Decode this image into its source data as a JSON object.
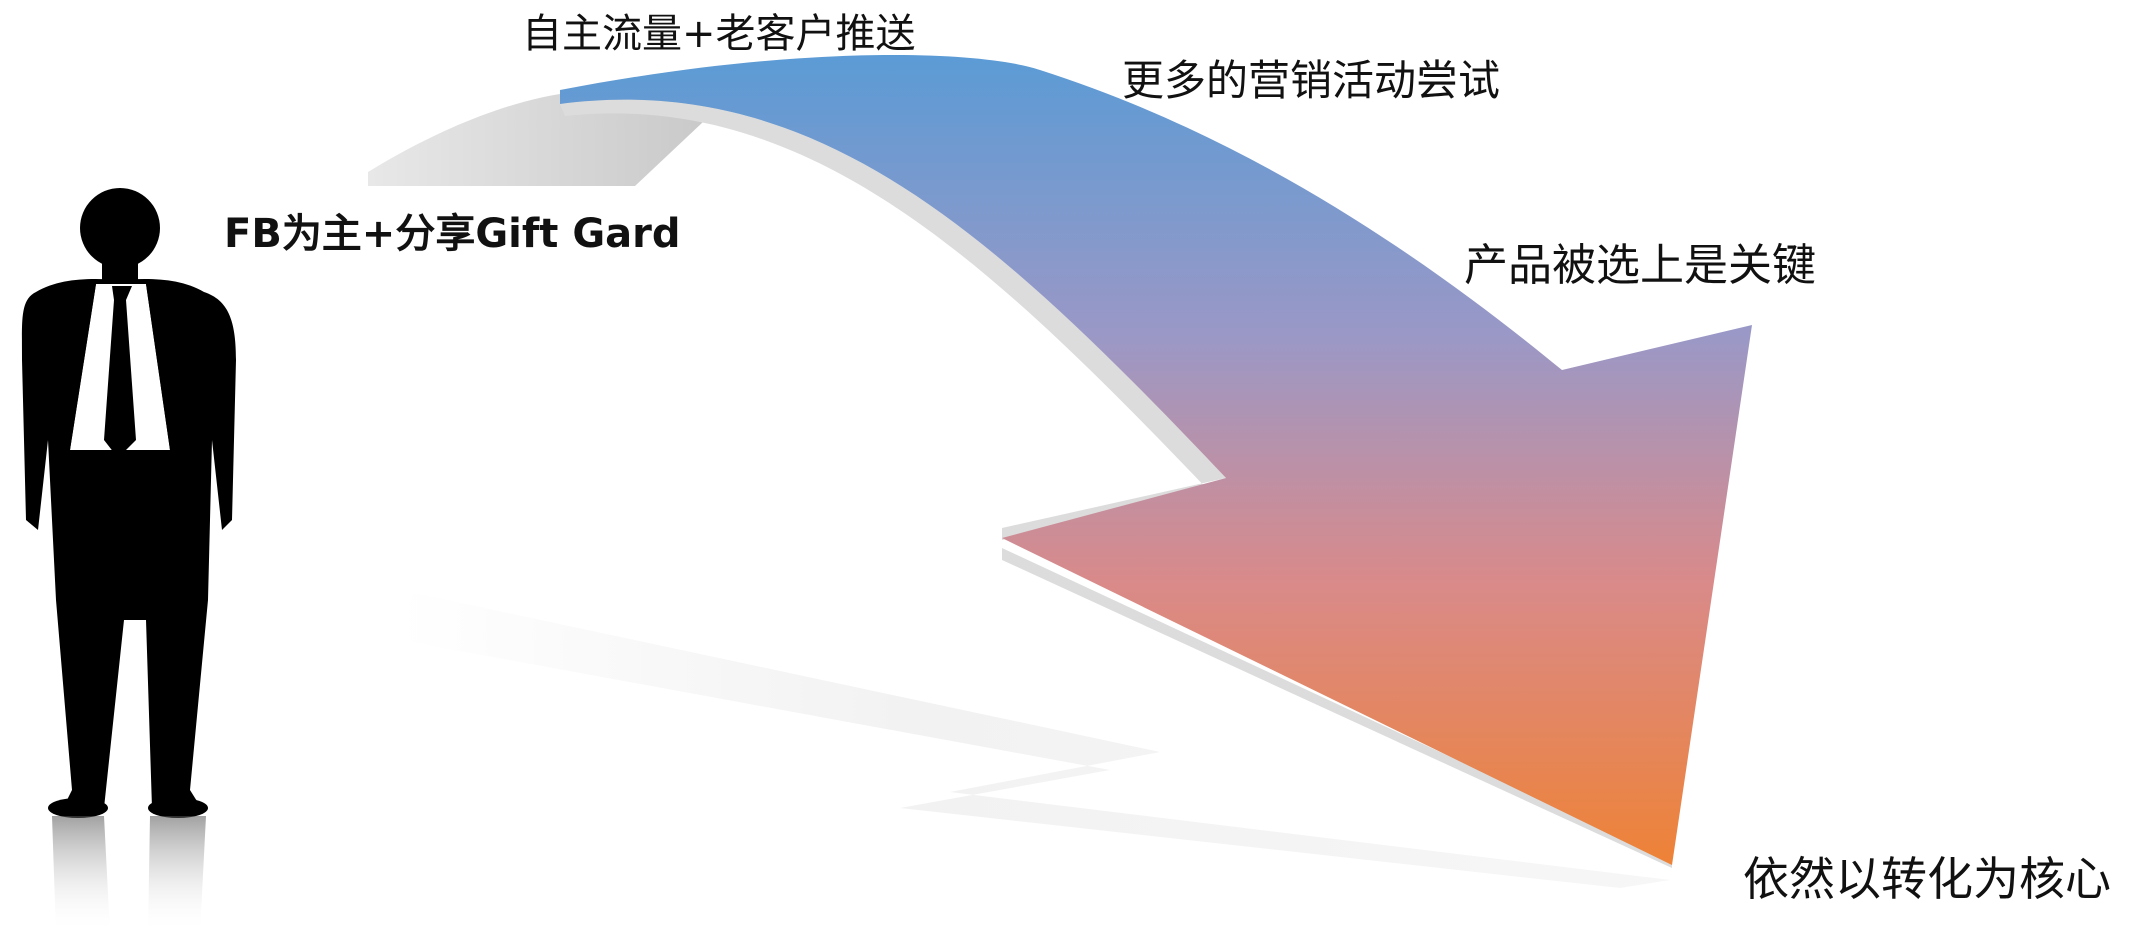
{
  "diagram": {
    "labels": {
      "fb_share": "FB为主+分享Gift Gard",
      "traffic": "自主流量+老客户推送",
      "marketing": "更多的营销活动尝试",
      "product_selected": "产品被选上是关键",
      "conversion_core": "依然以转化为核心"
    },
    "figure": "businessman-silhouette",
    "arrow": {
      "shape": "curved-arrow",
      "gradient_colors": [
        "#5B9BD5",
        "#9B98C6",
        "#D98A8A",
        "#EE8236"
      ]
    }
  }
}
